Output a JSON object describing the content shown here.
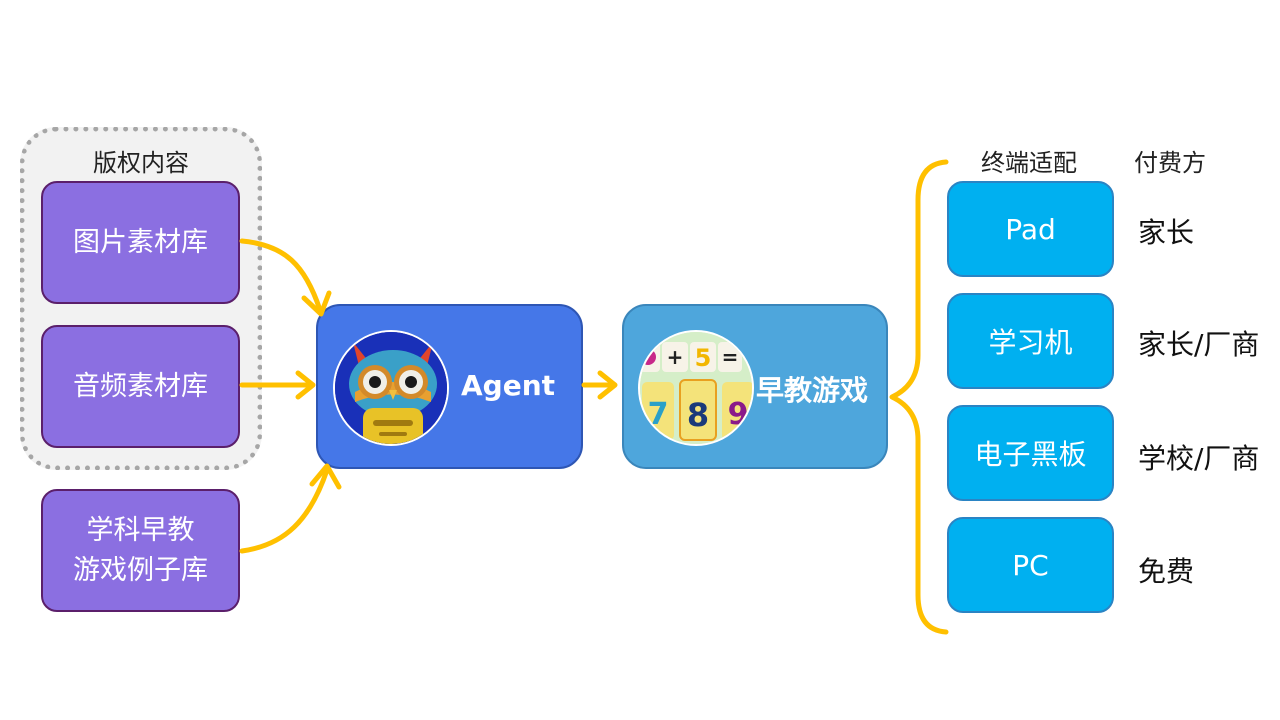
{
  "copyright_group": {
    "title": "版权内容",
    "items": [
      "图片素材库",
      "音频素材库"
    ]
  },
  "examples_box": {
    "line1": "学科早教",
    "line2": "游戏例子库"
  },
  "agent": {
    "label": "Agent",
    "icon": "owl-robot-icon"
  },
  "output": {
    "label": "早教游戏",
    "icon": "number-game-icon"
  },
  "headers": {
    "devices": "终端适配",
    "payers": "付费方"
  },
  "devices": [
    {
      "device": "Pad",
      "payer": "家长"
    },
    {
      "device": "学习机",
      "payer": "家长/厂商"
    },
    {
      "device": "电子黑板",
      "payer": "学校/厂商"
    },
    {
      "device": "PC",
      "payer": "免费"
    }
  ],
  "colors": {
    "source_box": "#8b6fe1",
    "agent_box": "#4577e8",
    "game_box": "#4ea6dc",
    "device_box": "#00b0f0",
    "arrow": "#ffc000"
  }
}
